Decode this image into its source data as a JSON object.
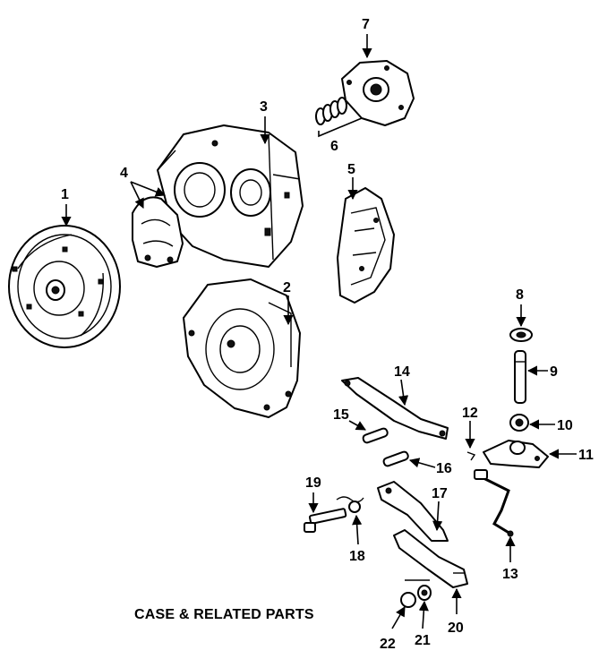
{
  "caption": "CASE & RELATED PARTS",
  "callouts": [
    "1",
    "2",
    "3",
    "4",
    "5",
    "6",
    "7",
    "8",
    "9",
    "10",
    "11",
    "12",
    "13",
    "14",
    "15",
    "16",
    "17",
    "18",
    "19",
    "20",
    "21",
    "22"
  ]
}
